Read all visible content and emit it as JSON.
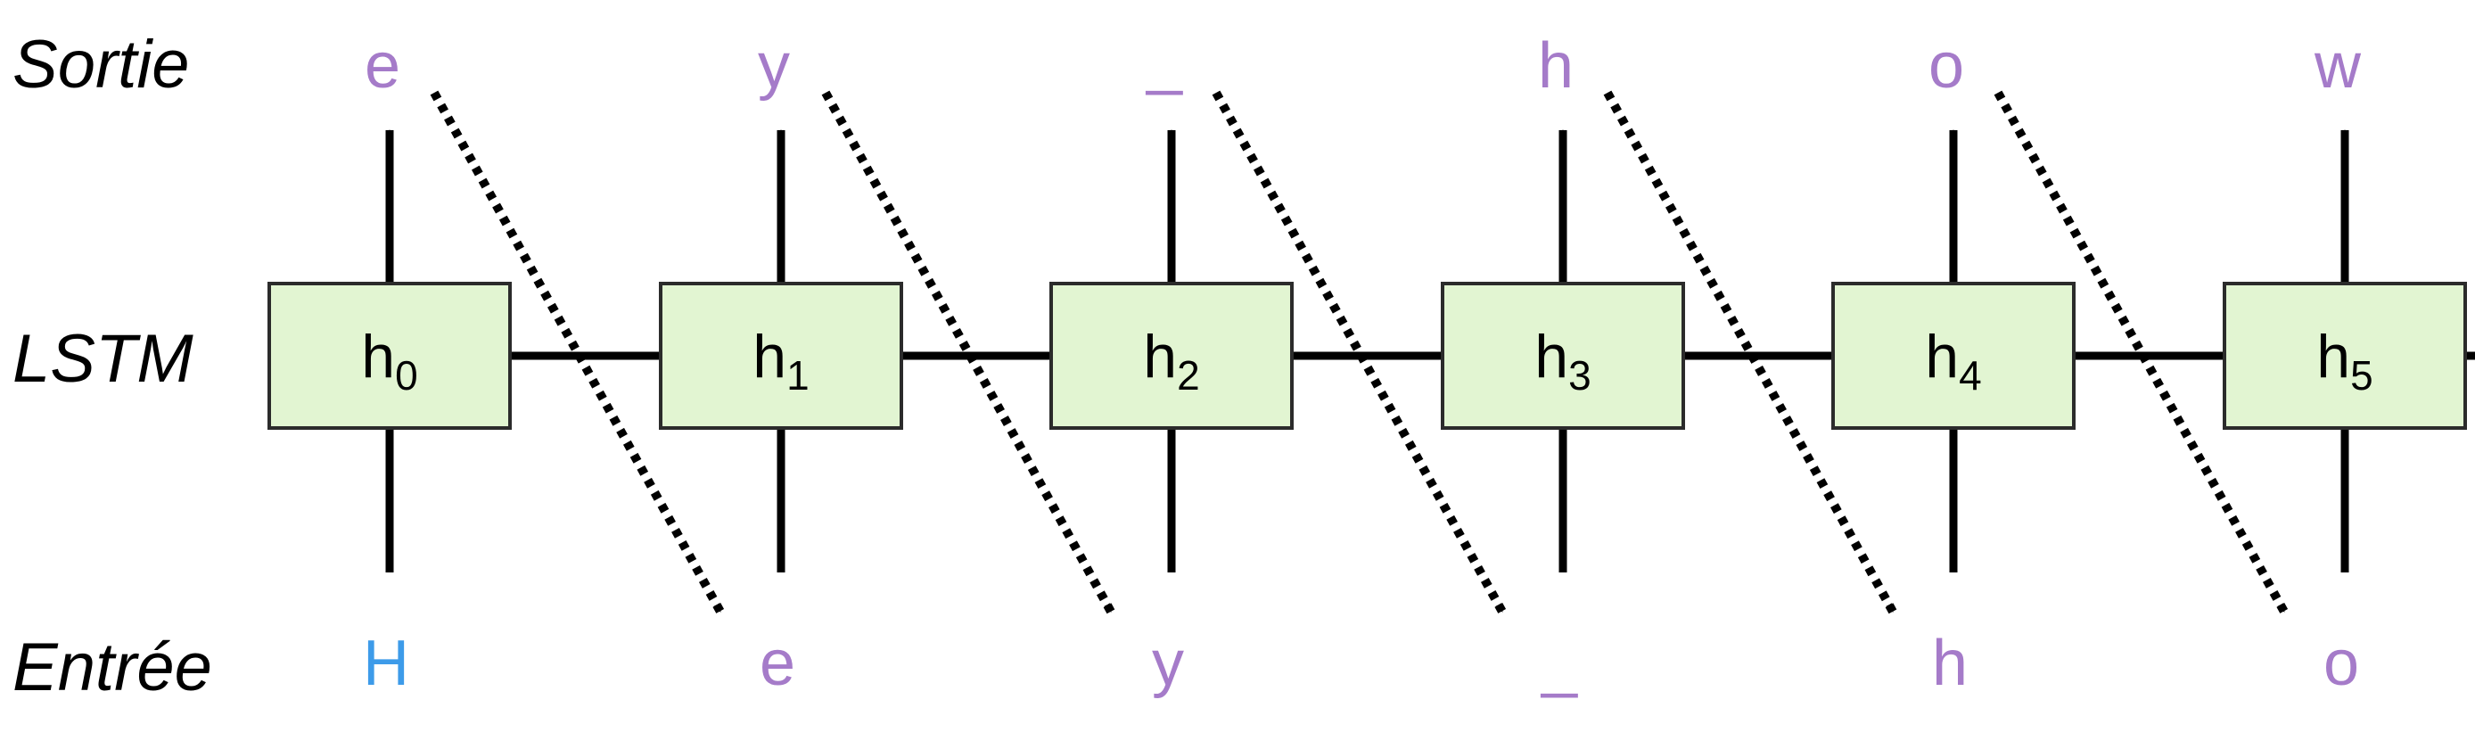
{
  "row_labels": {
    "output": "Sortie",
    "lstm": "LSTM",
    "input": "Entrée"
  },
  "cells": [
    {
      "label": "h",
      "subscript": "0",
      "output": "e",
      "input": "H"
    },
    {
      "label": "h",
      "subscript": "1",
      "output": "y",
      "input": "e"
    },
    {
      "label": "h",
      "subscript": "2",
      "output": "_",
      "input": "y"
    },
    {
      "label": "h",
      "subscript": "3",
      "output": "h",
      "input": "_"
    },
    {
      "label": "h",
      "subscript": "4",
      "output": "o",
      "input": "h"
    },
    {
      "label": "h",
      "subscript": "5",
      "output": "w",
      "input": "o"
    }
  ],
  "colors": {
    "letter": "#a57bc9",
    "first_input": "#3d9be9",
    "cell_fill": "#e2f5d2",
    "cell_stroke": "#2b2b2b",
    "arrow": "#000000"
  }
}
